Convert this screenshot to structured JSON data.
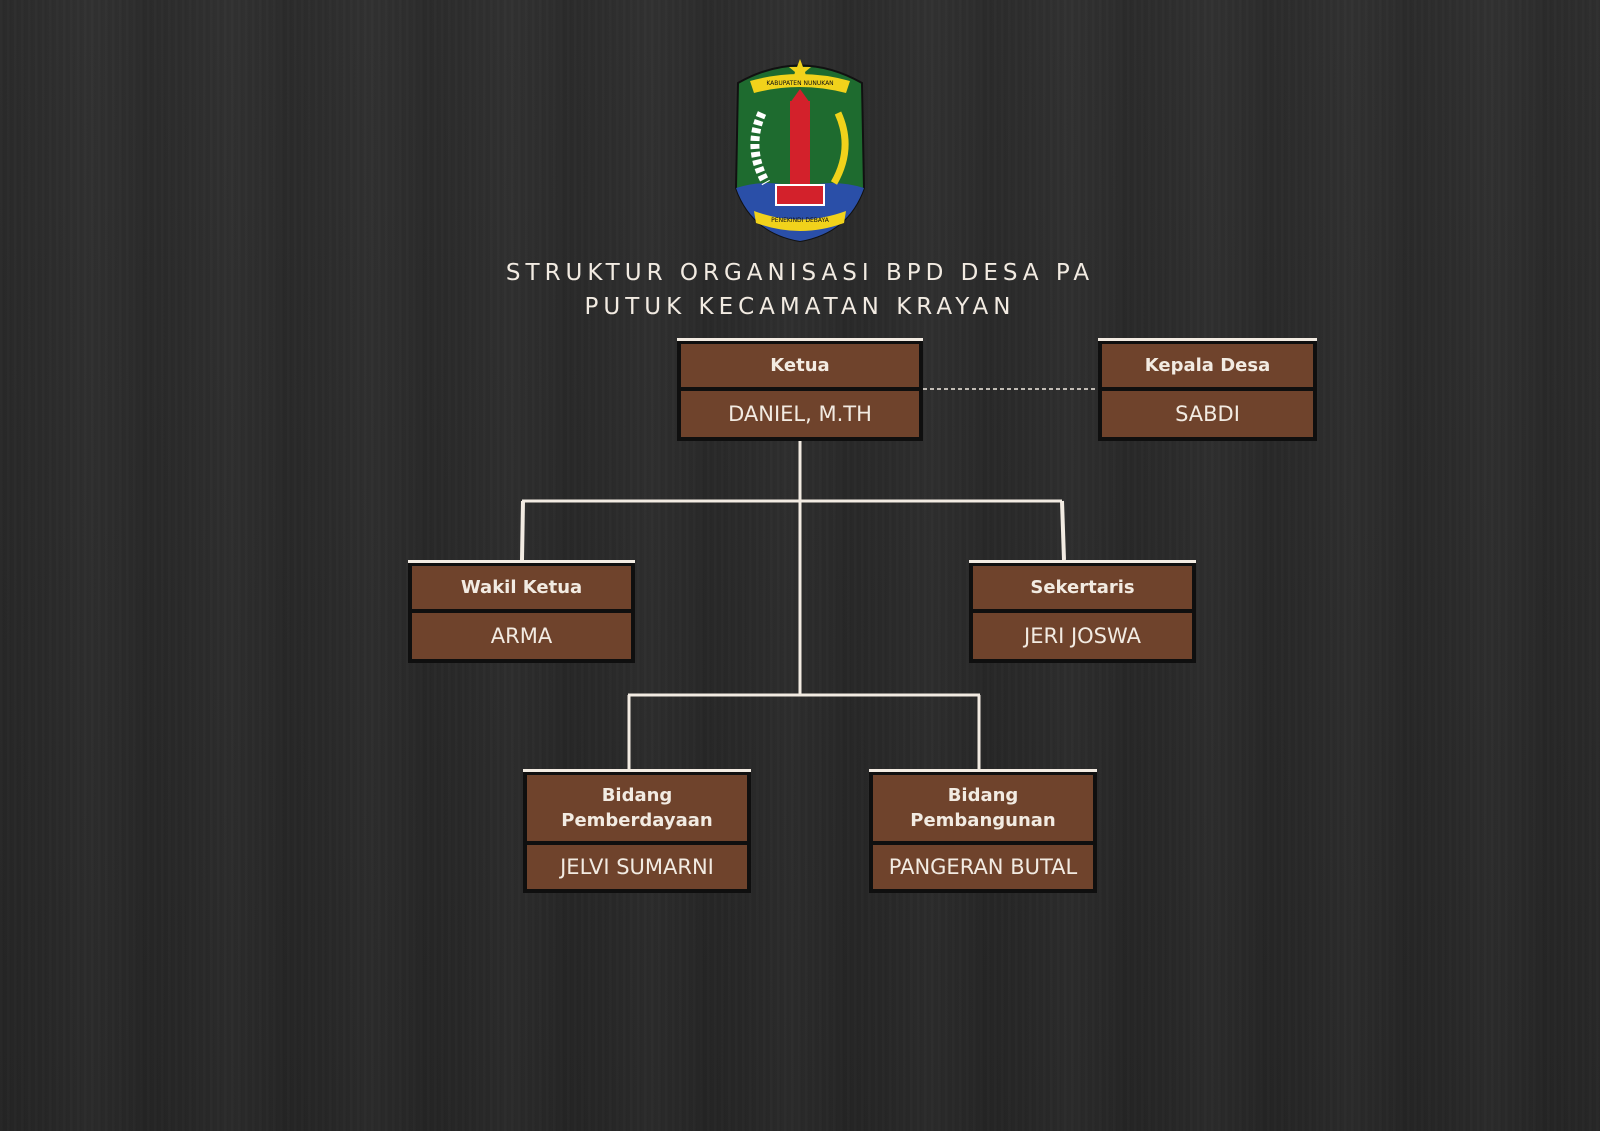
{
  "title": {
    "line1": "STRUKTUR ORGANISASI BPD DESA PA",
    "line2": "PUTUK KECAMATAN KRAYAN"
  },
  "logo": {
    "top_text": "KABUPATEN NUNUKAN",
    "bottom_text": "PENEKINDI DEBAYA"
  },
  "nodes": {
    "ketua": {
      "role": "Ketua",
      "name": "DANIEL, M.TH"
    },
    "kepala_desa": {
      "role": "Kepala Desa",
      "name": "SABDI"
    },
    "wakil_ketua": {
      "role": "Wakil Ketua",
      "name": "ARMA"
    },
    "sekertaris": {
      "role": "Sekertaris",
      "name": "JERI JOSWA"
    },
    "bidang_pemberdayaan": {
      "role": "Bidang Pemberdayaan",
      "name": "JELVI SUMARNI"
    },
    "bidang_pembangunan": {
      "role": "Bidang Pembangunan",
      "name": "PANGERAN BUTAL"
    }
  },
  "colors": {
    "background": "#2a2a2a",
    "box_fill": "#6f432c",
    "box_border": "#0f0f0f",
    "line": "#f2ebe2",
    "text": "#f2ebe2"
  }
}
